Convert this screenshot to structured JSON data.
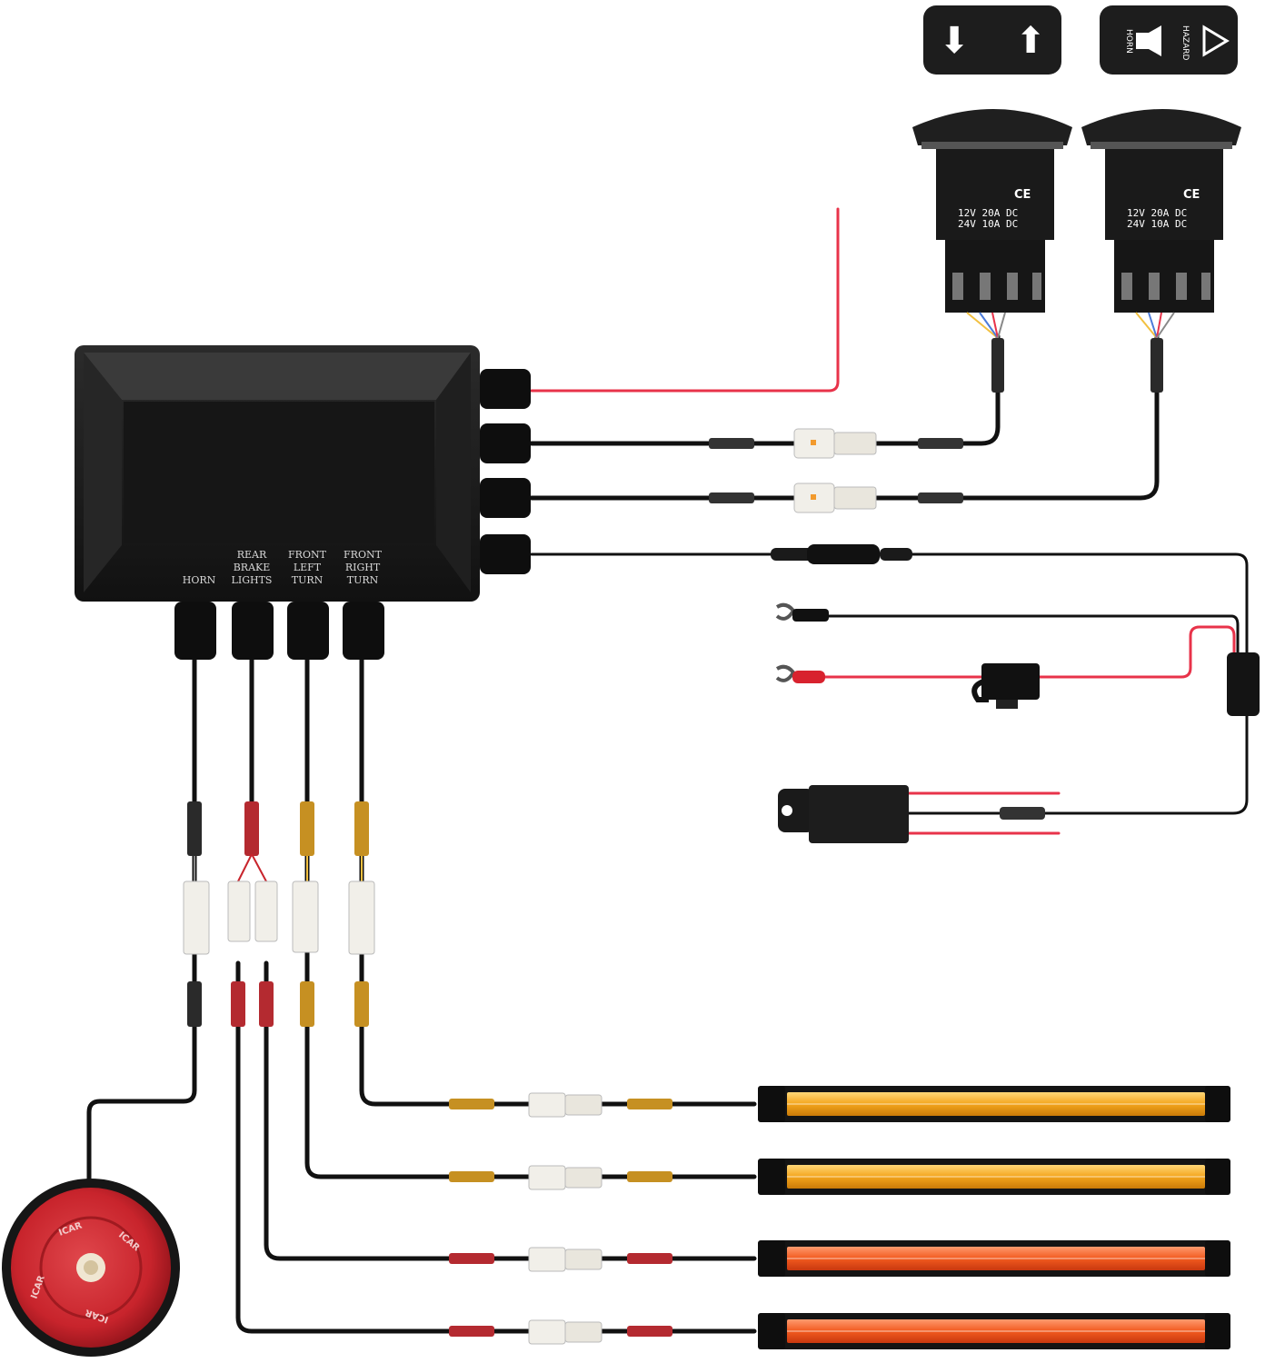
{
  "control_box": {
    "labels": [
      {
        "id": "horn",
        "lines": [
          "HORN"
        ]
      },
      {
        "id": "rear-brake",
        "lines": [
          "REAR",
          "BRAKE",
          "LIGHTS"
        ]
      },
      {
        "id": "front-left",
        "lines": [
          "FRONT",
          "LEFT",
          "TURN"
        ]
      },
      {
        "id": "front-right",
        "lines": [
          "FRONT",
          "RIGHT",
          "TURN"
        ]
      }
    ]
  },
  "switch_caps": {
    "turn": {
      "left_glyph": "⬇",
      "right_glyph": "⬆"
    },
    "horn_hazard": {
      "horn_text": "HORN",
      "hazard_text": "HAZARD"
    }
  },
  "switches": [
    {
      "ce": "CE",
      "rating_1": "12V  20A  DC",
      "rating_2": "24V  10A  DC"
    },
    {
      "ce": "CE",
      "rating_1": "12V  20A  DC",
      "rating_2": "24V  10A  DC"
    }
  ],
  "horn": {
    "brand": "ICAR"
  },
  "colors": {
    "amber": "#f4a51c",
    "red_strip": "#f25a1f",
    "wire_red": "#e8334a",
    "box": "#1b1b1b",
    "horn_red": "#c8242c"
  }
}
